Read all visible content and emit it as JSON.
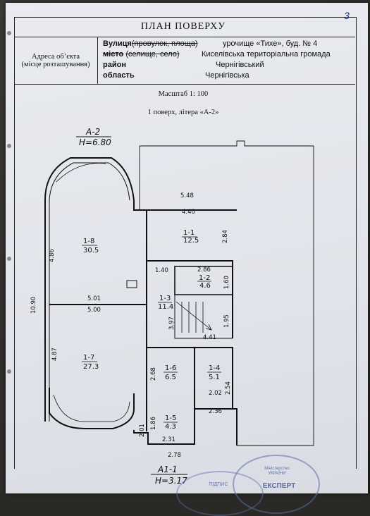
{
  "page_number": "3",
  "title": "ПЛАН ПОВЕРХУ",
  "address_table": {
    "left_label_line1": "Адреса об’єкта",
    "left_label_line2": "(місце розташування)",
    "street_label": "Вулиця",
    "street_struck": "(провулок, площа)",
    "street_value": "урочище «Тихе», буд.  № 4",
    "city_label": "місто",
    "city_struck": "(селище, село)",
    "city_value": "Киселівська територіальна громада",
    "district_label": "район",
    "district_value": "Чернігівський",
    "region_label": "область",
    "region_value": "Чернігівська"
  },
  "scale": "Масштаб 1: 100",
  "floor_caption": "1 поверх,  літера «А-2»",
  "plan": {
    "top_letter": "А-2",
    "top_height": "Н=6.80",
    "bottom_letter": "А1-1",
    "bottom_height": "Н=3.17",
    "rooms": [
      {
        "id": "1-8",
        "area": "30.5"
      },
      {
        "id": "1-7",
        "area": "27.3"
      },
      {
        "id": "1-1",
        "area": "12.5"
      },
      {
        "id": "1-2",
        "area": "4.6"
      },
      {
        "id": "1-3",
        "area": "11.4"
      },
      {
        "id": "1-6",
        "area": "6.5"
      },
      {
        "id": "1-4",
        "area": "5.1"
      },
      {
        "id": "1-5",
        "area": "4.3"
      }
    ],
    "dimensions": {
      "d_5_48": "5.48",
      "d_4_40": "4.40",
      "d_2_84": "2.84",
      "d_4_86": "4.86",
      "d_10_90": "10.90",
      "d_5_01": "5.01",
      "d_5_00": "5.00",
      "d_4_87": "4.87",
      "d_1_40": "1.40",
      "d_2_86": "2.86",
      "d_1_60": "1.60",
      "d_3_97": "3.97",
      "d_1_95": "1.95",
      "d_4_41": "4.41",
      "d_2_68": "2.68",
      "d_2_02": "2.02",
      "d_2_54": "2.54",
      "d_2_36": "2.36",
      "d_1_86": "1.86",
      "d_2_01": "2.01",
      "d_2_31": "2.31",
      "d_2_78": "2.78"
    }
  },
  "stamp": {
    "line1": "Міністерство",
    "line2": "УКРАЇНИ",
    "main": "ЕКСПЕРТ",
    "left": "ПІДПИС"
  }
}
